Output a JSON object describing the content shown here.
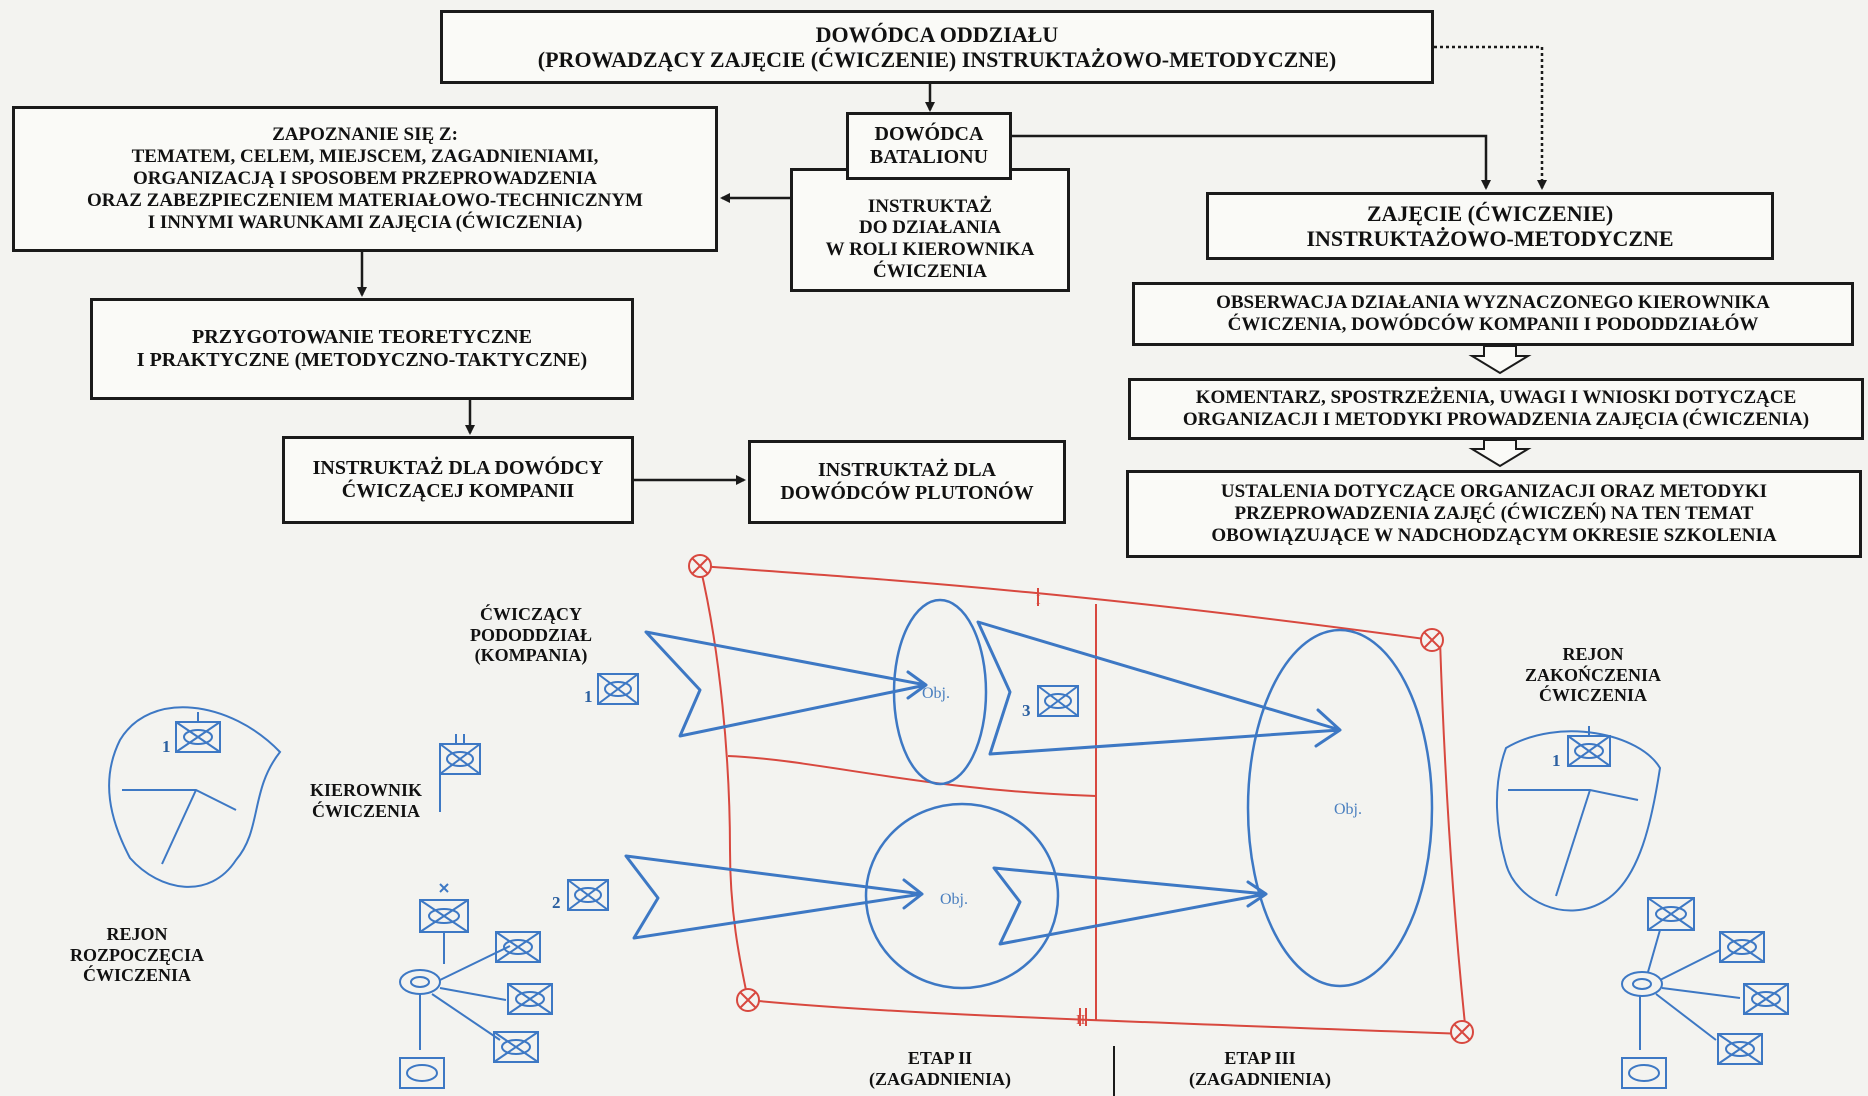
{
  "top_box": {
    "line1": "DOWÓDCA ODDZIAŁU",
    "line2": "(PROWADZĄCY ZAJĘCIE (ĆWICZENIE) INSTRUKTAŻOWO-METODYCZNE)"
  },
  "battalion_box": {
    "line1": "DOWÓDCA",
    "line2": "BATALIONU"
  },
  "instruktaz_box": {
    "lines": [
      "INSTRUKTAŻ",
      "DO DZIAŁANIA",
      "W ROLI KIEROWNIKA",
      "ĆWICZENIA"
    ]
  },
  "zapoznanie_box": {
    "lines": [
      "ZAPOZNANIE SIĘ Z:",
      "TEMATEM, CELEM, MIEJSCEM, ZAGADNIENIAMI,",
      "ORGANIZACJĄ I SPOSOBEM PRZEPROWADZENIA",
      "ORAZ ZABEZPIECZENIEM MATERIAŁOWO-TECHNICZNYM",
      "I INNYMI WARUNKAMI ZAJĘCIA (ĆWICZENIA)"
    ]
  },
  "przygotowanie_box": {
    "lines": [
      "PRZYGOTOWANIE TEORETYCZNE",
      "I PRAKTYCZNE (METODYCZNO-TAKTYCZNE)"
    ]
  },
  "instruktaz_kompania_box": {
    "lines": [
      "INSTRUKTAŻ DLA DOWÓDCY",
      "ĆWICZĄCEJ KOMPANII"
    ]
  },
  "instruktaz_plutony_box": {
    "lines": [
      "INSTRUKTAŻ DLA",
      "DOWÓDCÓW PLUTONÓW"
    ]
  },
  "zajecie_box": {
    "lines": [
      "ZAJĘCIE (ĆWICZENIE)",
      "INSTRUKTAŻOWO-METODYCZNE"
    ]
  },
  "obserwacja_box": {
    "lines": [
      "OBSERWACJA DZIAŁANIA WYZNACZONEGO KIEROWNIKA",
      "ĆWICZENIA, DOWÓDCÓW KOMPANII I PODODDZIAŁÓW"
    ]
  },
  "komentarz_box": {
    "lines": [
      "KOMENTARZ, SPOSTRZEŻENIA, UWAGI I WNIOSKI DOTYCZĄCE",
      "ORGANIZACJI I METODYKI PROWADZENIA ZAJĘCIA (ĆWICZENIA)"
    ]
  },
  "ustalenia_box": {
    "lines": [
      "USTALENIA DOTYCZĄCE ORGANIZACJI ORAZ METODYKI",
      "PRZEPROWADZENIA ZAJĘĆ (ĆWICZEŃ) NA TEN TEMAT",
      "OBOWIĄZUJĄCE W NADCHODZĄCYM OKRESIE SZKOLENIA"
    ]
  },
  "map": {
    "cwiczacy_label": [
      "ĆWICZĄCY",
      "PODODDZIAŁ",
      "(KOMPANIA)"
    ],
    "kierownik_label": [
      "KIEROWNIK",
      "ĆWICZENIA"
    ],
    "rejon_start_label": [
      "REJON",
      "ROZPOCZĘCIA",
      "ĆWICZENIA"
    ],
    "rejon_end_label": [
      "REJON",
      "ZAKOŃCZENIA",
      "ĆWICZENIA"
    ],
    "etap2_label": [
      "ETAP II",
      "(ZAGADNIENIA)"
    ],
    "etap3_label": [
      "ETAP III",
      "(ZAGADNIENIA)"
    ],
    "objective_label": "Obj.",
    "unit_numbers": [
      "1",
      "2",
      "3",
      "1",
      "1"
    ],
    "phase_marks": [
      "I",
      "II"
    ],
    "colors": {
      "blue": "#3d78c4",
      "red": "#d8483f",
      "black": "#1a1a1a"
    }
  }
}
